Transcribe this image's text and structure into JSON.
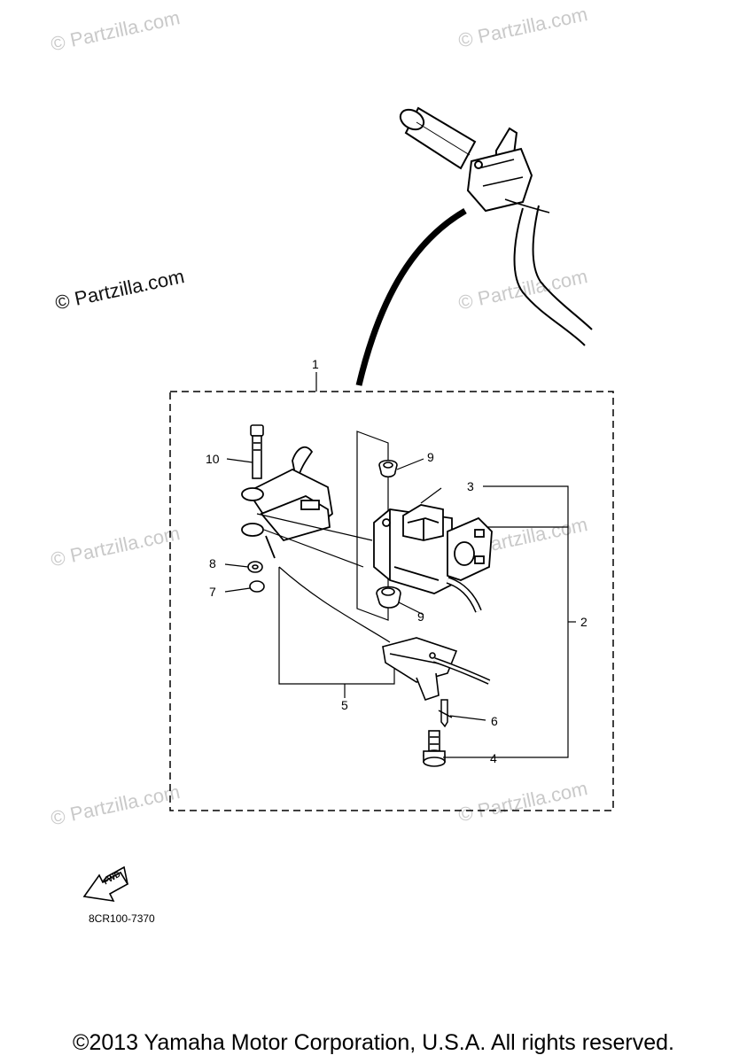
{
  "watermark": "© Partzilla.com",
  "callouts": {
    "c1": "1",
    "c2": "2",
    "c3": "3",
    "c4": "4",
    "c5": "5",
    "c6": "6",
    "c7": "7",
    "c8": "8",
    "c9a": "9",
    "c9b": "9",
    "c10": "10"
  },
  "fwd_label": "FWD",
  "diagram_code": "8CR100-7370",
  "copyright": "©2013 Yamaha Motor Corporation, U.S.A. All rights reserved."
}
